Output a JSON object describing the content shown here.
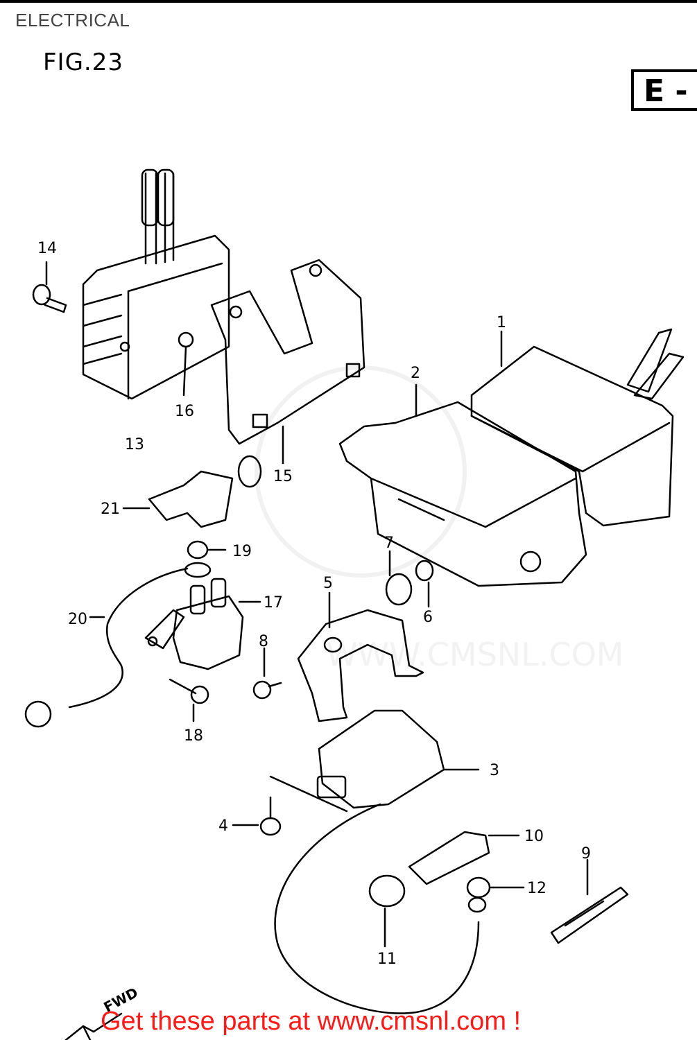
{
  "header": {
    "section_title": "ELECTRICAL"
  },
  "figure": {
    "label": "FIG.23",
    "badge": "E -"
  },
  "callouts": {
    "c1": "1",
    "c2": "2",
    "c3": "3",
    "c4": "4",
    "c5": "5",
    "c6": "6",
    "c7": "7",
    "c8": "8",
    "c9": "9",
    "c10": "10",
    "c11": "11",
    "c12": "12",
    "c13": "13",
    "c14": "14",
    "c15": "15",
    "c16": "16",
    "c17": "17",
    "c18": "18",
    "c19": "19",
    "c20": "20",
    "c21": "21"
  },
  "direction_label": "FWD",
  "footer": {
    "text": "Get these parts at www.cmsnl.com !",
    "color": "#ff1a1a"
  }
}
